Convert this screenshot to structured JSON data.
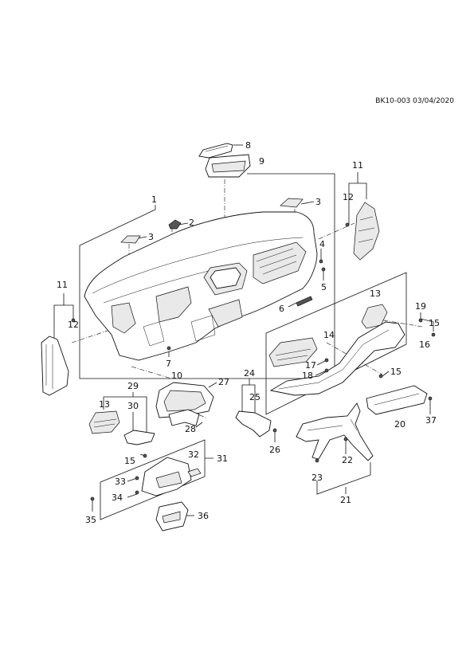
{
  "document_ref": "BK10-003 03/04/2020",
  "callouts": [
    {
      "id": "c8",
      "label": "8"
    },
    {
      "id": "c9",
      "label": "9"
    },
    {
      "id": "c1",
      "label": "1"
    },
    {
      "id": "c2",
      "label": "2"
    },
    {
      "id": "c3a",
      "label": "3"
    },
    {
      "id": "c3b",
      "label": "3"
    },
    {
      "id": "c4",
      "label": "4"
    },
    {
      "id": "c5",
      "label": "5"
    },
    {
      "id": "c6",
      "label": "6"
    },
    {
      "id": "c7",
      "label": "7"
    },
    {
      "id": "c11a",
      "label": "11"
    },
    {
      "id": "c12a",
      "label": "12"
    },
    {
      "id": "c11b",
      "label": "11"
    },
    {
      "id": "c12b",
      "label": "12"
    },
    {
      "id": "c13a",
      "label": "13"
    },
    {
      "id": "c14",
      "label": "14"
    },
    {
      "id": "c15a",
      "label": "15"
    },
    {
      "id": "c15b",
      "label": "15"
    },
    {
      "id": "c16",
      "label": "16"
    },
    {
      "id": "c17",
      "label": "17"
    },
    {
      "id": "c18",
      "label": "18"
    },
    {
      "id": "c19",
      "label": "19"
    },
    {
      "id": "c10",
      "label": "10"
    },
    {
      "id": "c27",
      "label": "27"
    },
    {
      "id": "c28",
      "label": "28"
    },
    {
      "id": "c29",
      "label": "29"
    },
    {
      "id": "c30",
      "label": "30"
    },
    {
      "id": "c13b",
      "label": "13"
    },
    {
      "id": "c15c",
      "label": "15"
    },
    {
      "id": "c24",
      "label": "24"
    },
    {
      "id": "c25",
      "label": "25"
    },
    {
      "id": "c26",
      "label": "26"
    },
    {
      "id": "c20",
      "label": "20"
    },
    {
      "id": "c37",
      "label": "37"
    },
    {
      "id": "c22",
      "label": "22"
    },
    {
      "id": "c23",
      "label": "23"
    },
    {
      "id": "c21",
      "label": "21"
    },
    {
      "id": "c31",
      "label": "31"
    },
    {
      "id": "c32",
      "label": "32"
    },
    {
      "id": "c33",
      "label": "33"
    },
    {
      "id": "c34",
      "label": "34"
    },
    {
      "id": "c35",
      "label": "35"
    },
    {
      "id": "c36",
      "label": "36"
    }
  ]
}
